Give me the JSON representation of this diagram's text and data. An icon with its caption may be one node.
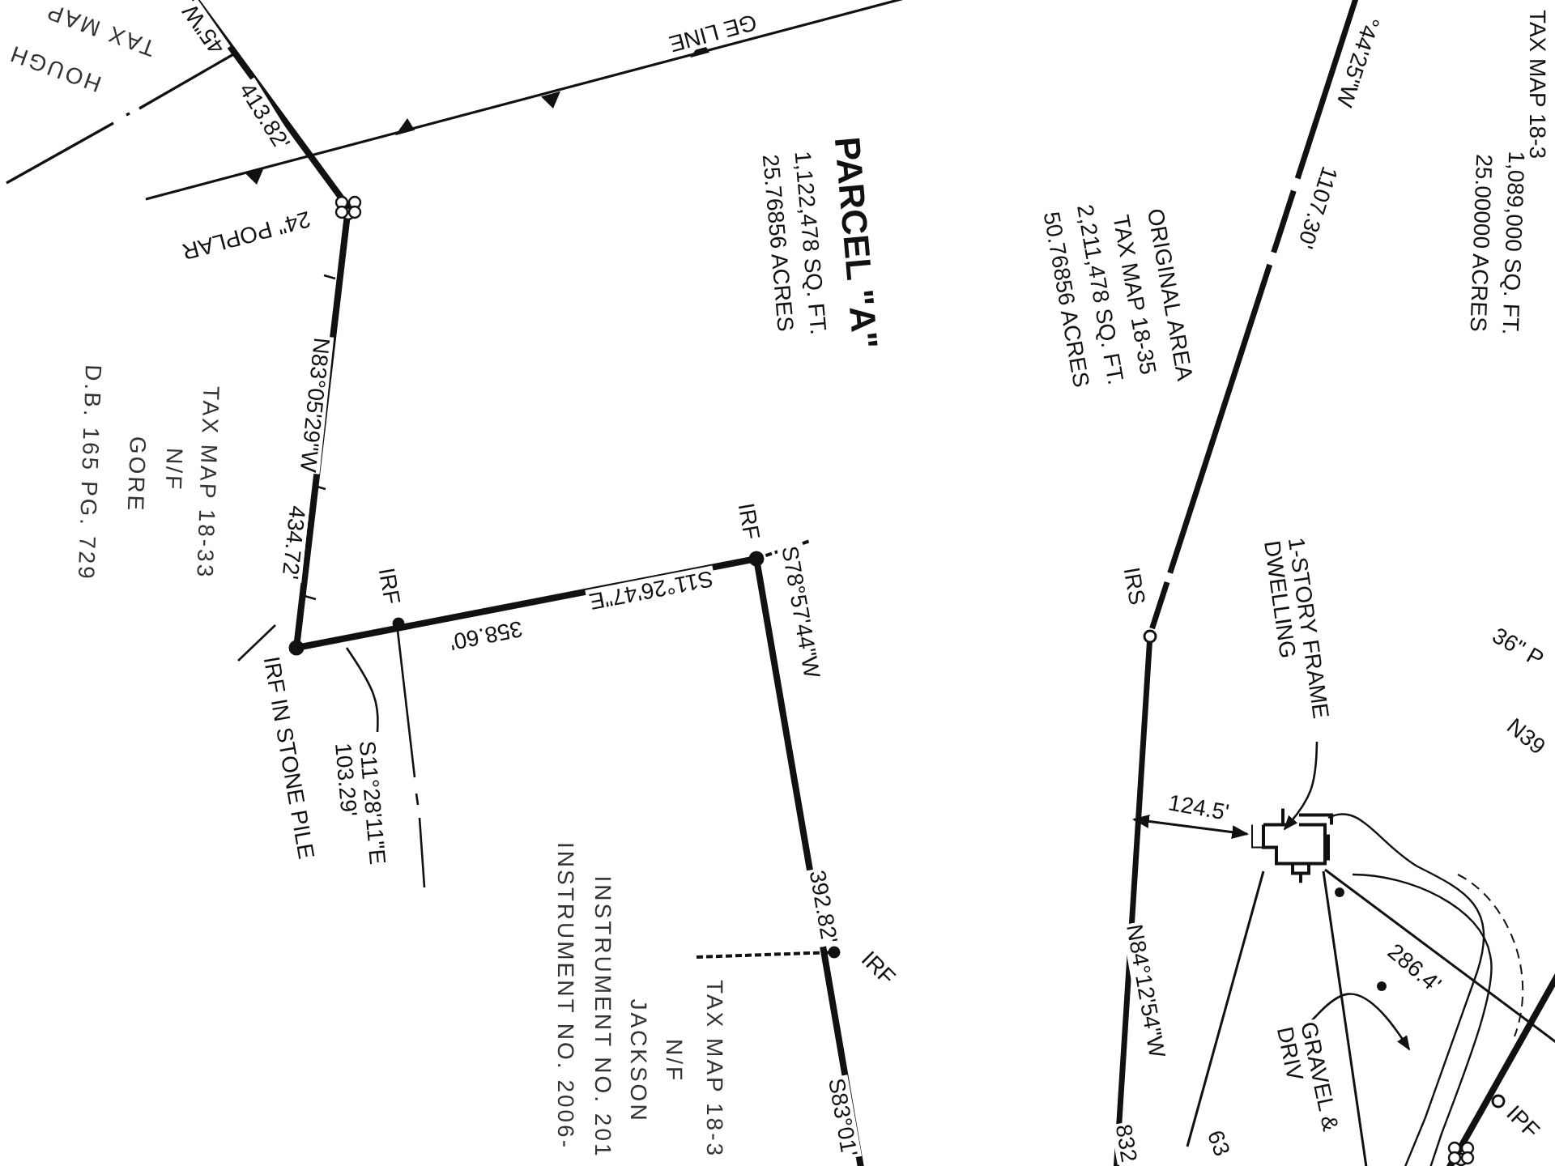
{
  "diagram": {
    "nodes": [
      {
        "text": [
          "1-STORY FRAME DWELLING"
        ]
      },
      {
        "text": [],
        "shape": "picture"
      },
      {
        "text": [
          "GRAVEL & DRIV"
        ]
      },
      {
        "text": [
          "S11°28'11\"E 103.29'"
        ]
      }
    ],
    "edges": [
      {
        "from": 0,
        "to": 1,
        "arrow": "to"
      },
      {
        "from": 2,
        "to": null,
        "arrow": "to"
      },
      {
        "from": 3,
        "to": null,
        "arrow": "none"
      }
    ],
    "labels": [
      "45\"W",
      "413.82'",
      "TAX MAP",
      "HOUGH",
      "GE LINE",
      "24\" POPLAR",
      "PARCEL \"A\"",
      "1,122,478 SQ. FT.",
      "25.76856 ACRES",
      "ORIGINAL AREA",
      "TAX MAP 18-35",
      "2,211,478 SQ. FT.",
      "50.76856 ACRES",
      "°44'25\"W",
      "1107.30'",
      "TAX MAP 18-3",
      "1,089,000 SQ. FT.",
      "25.00000 ACRES",
      "N83°05'29\"W",
      "434.72'",
      "TAX MAP 18-33",
      "N/F",
      "GORE",
      "D.B. 165 PG. 729",
      "IRF",
      "IRF IN STONE PILE",
      "S11°26'47\"E",
      "358.60'",
      "IRF",
      "S78°57'44\"W",
      "392.82'",
      "IRF",
      "S83°01'",
      "TAX MAP 18-3",
      "N/F",
      "JACKSON",
      "INSTRUMENT NO. 201",
      "INSTRUMENT NO. 2006-",
      "IRS",
      "124.5'",
      "N84°12'54\"W",
      "832",
      "286.4'",
      "IPF",
      "36\" P",
      "N39",
      "63"
    ]
  }
}
